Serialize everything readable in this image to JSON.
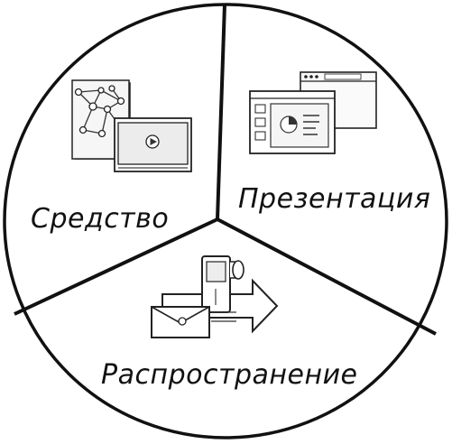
{
  "sectors": {
    "tool": {
      "label": "Средство",
      "icon": "network-graph-with-video-player-icon"
    },
    "presentation": {
      "label": "Презентация",
      "icon": "browser-window-with-slide-icon"
    },
    "distribution": {
      "label": "Распространение",
      "icon": "media-player-envelope-arrow-icon"
    }
  },
  "colors": {
    "stroke": "#111111",
    "background": "#ffffff"
  }
}
